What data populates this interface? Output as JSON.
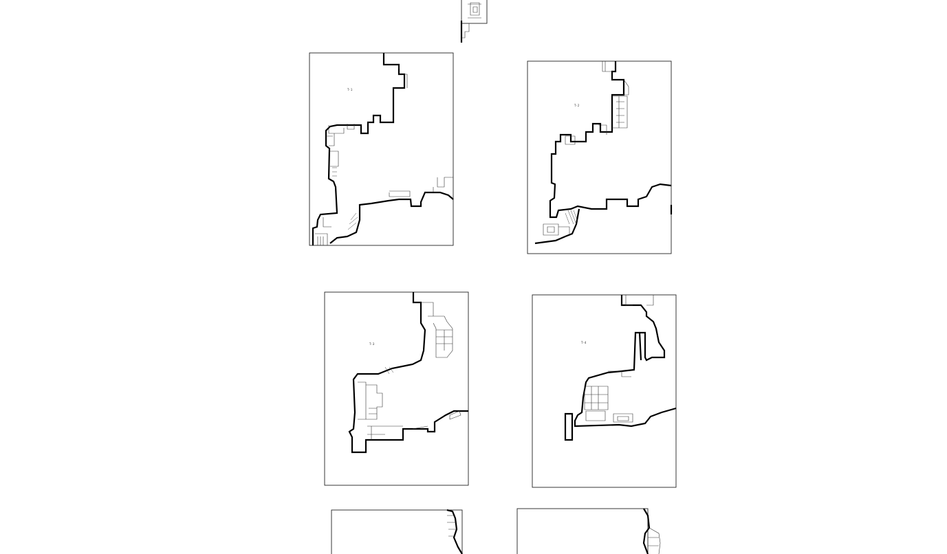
{
  "sheets": [
    {
      "id": "sheet-top",
      "label": ""
    },
    {
      "id": "sheet-1",
      "label": "T-1"
    },
    {
      "id": "sheet-2",
      "label": "T-2"
    },
    {
      "id": "sheet-3",
      "label": "T-3"
    },
    {
      "id": "sheet-4",
      "label": "T-4"
    },
    {
      "id": "sheet-5",
      "label": ""
    },
    {
      "id": "sheet-6",
      "label": ""
    }
  ],
  "colors": {
    "background": "#ffffff",
    "line": "#000000"
  }
}
